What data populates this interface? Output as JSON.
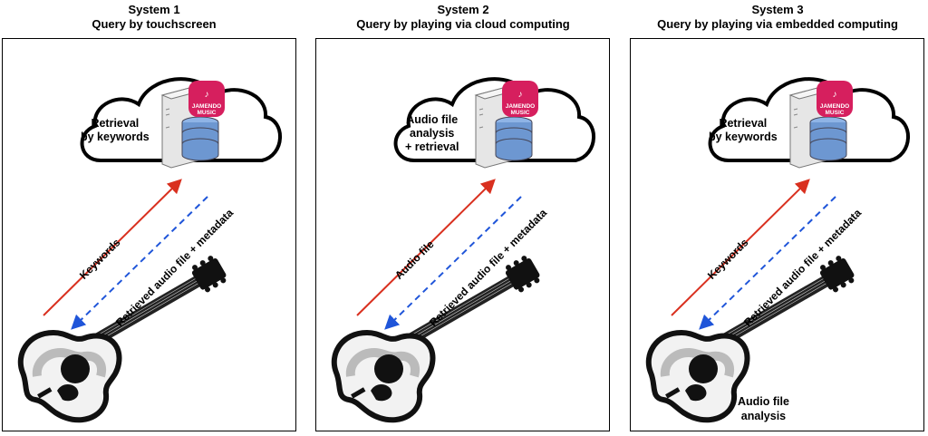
{
  "systems": [
    {
      "title_line1": "System 1",
      "title_line2": "Query by touchscreen",
      "cloud_line1": "Retrieval",
      "cloud_line2": "by keywords",
      "up_arrow_label": "Keywords",
      "down_arrow_label": "Retrieved audio file + metadata",
      "bottom_note_line1": "",
      "bottom_note_line2": ""
    },
    {
      "title_line1": "System 2",
      "title_line2": "Query by playing via cloud computing",
      "cloud_line1": "Audio file",
      "cloud_line2": "analysis",
      "cloud_line3": "+ retrieval",
      "up_arrow_label": "Audio file",
      "down_arrow_label": "Retrieved audio file + metadata",
      "bottom_note_line1": "",
      "bottom_note_line2": ""
    },
    {
      "title_line1": "System 3",
      "title_line2": "Query by playing via embedded computing",
      "cloud_line1": "Retrieval",
      "cloud_line2": "by keywords",
      "up_arrow_label": "Keywords",
      "down_arrow_label": "Retrieved audio file + metadata",
      "bottom_note_line1": "Audio file",
      "bottom_note_line2": "analysis"
    }
  ],
  "logo_text_line1": "JAMENDO",
  "logo_text_line2": "MUSIC",
  "colors": {
    "up_arrow": "#d9301f",
    "down_arrow": "#1f55d9",
    "logo": "#d61f5e",
    "database": "#6d97d1"
  }
}
